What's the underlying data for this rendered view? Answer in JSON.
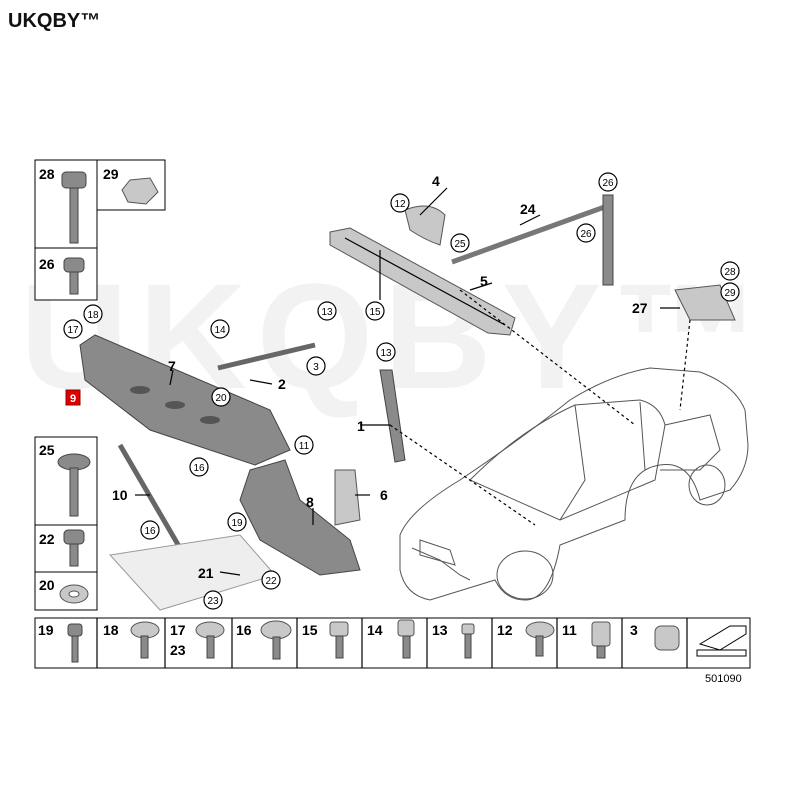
{
  "brand": "UKQBY™",
  "watermark": "UKQBY™",
  "diagram_ref": "501090",
  "left_labels": {
    "p28": "28",
    "p29": "29",
    "p26": "26",
    "p25": "25",
    "p22": "22",
    "p20": "20"
  },
  "bottom_row": [
    "19",
    "18",
    "17",
    "23",
    "16",
    "15",
    "14",
    "13",
    "12",
    "11",
    "3"
  ],
  "callouts": {
    "c4": "4",
    "c24": "24",
    "c5": "5",
    "c27": "27",
    "c1": "1",
    "c2": "2",
    "c7": "7",
    "c9": "9",
    "c10": "10",
    "c8": "8",
    "c6": "6",
    "c21": "21",
    "c12": "12",
    "c25": "25",
    "c26a": "26",
    "c26b": "26",
    "c28": "28",
    "c29": "29",
    "c15": "15",
    "c13a": "13",
    "c13b": "13",
    "c3": "3",
    "c14": "14",
    "c20": "20",
    "c17": "17",
    "c18": "18",
    "c16a": "16",
    "c16b": "16",
    "c11": "11",
    "c19": "19",
    "c22": "22",
    "c23": "23"
  }
}
